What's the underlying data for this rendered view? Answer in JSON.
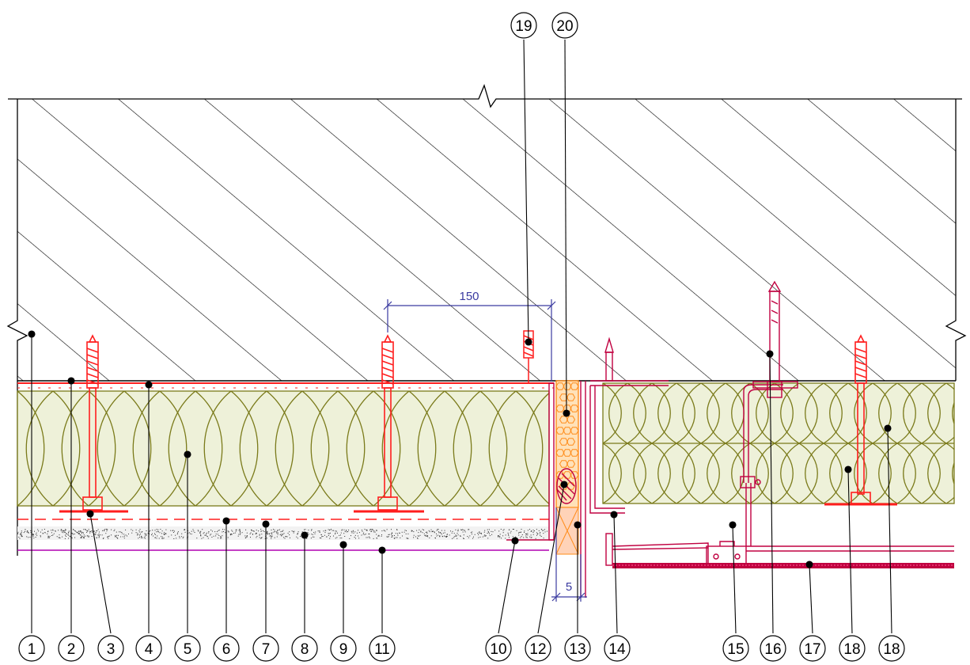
{
  "callouts_bottom": [
    "1",
    "2",
    "3",
    "4",
    "5",
    "6",
    "7",
    "8",
    "9",
    "11",
    "10",
    "12",
    "13",
    "14",
    "15",
    "16",
    "17",
    "18",
    "18"
  ],
  "callouts_top": [
    "19",
    "20"
  ],
  "dimensions": {
    "overlap": "150",
    "gap": "5"
  },
  "colors": {
    "line": "#000000",
    "insulation": "#7a7a1a",
    "insulation_fill": "#eef1d9",
    "anchor": "#ff1e1e",
    "membrane": "#c00040",
    "render": "#b000b0",
    "sealant": "#ff8c1a",
    "dimension": "#3a3aa0"
  }
}
